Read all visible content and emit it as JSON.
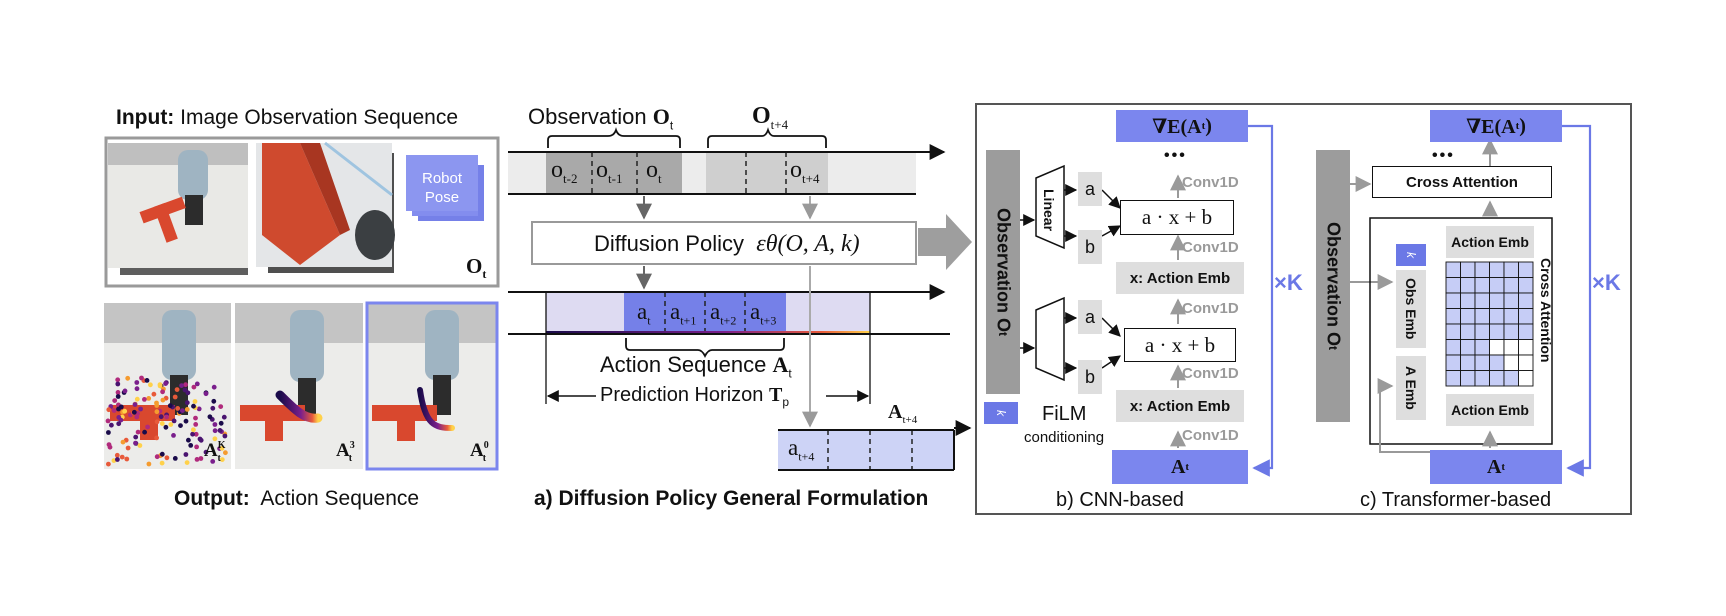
{
  "colors": {
    "accent_blue": "#7b86ee",
    "light_blue": "#cdd3f6",
    "gray_dark": "#9c9c9c",
    "gray_light": "#dedede",
    "box_border": "#555555"
  },
  "input": {
    "bold": "Input:",
    "text": "Image Observation Sequence",
    "robot_pose": "Robot Pose",
    "obs_symbol": "O",
    "obs_sub": "t"
  },
  "output": {
    "bold": "Output:",
    "text": "Action Sequence",
    "frames": [
      {
        "sym": "A",
        "sub": "t",
        "sup": "K"
      },
      {
        "sym": "A",
        "sub": "t",
        "sup": "3"
      },
      {
        "sym": "A",
        "sub": "t",
        "sup": "0"
      }
    ]
  },
  "formulation": {
    "obs_label": "Observation",
    "obs_sym": "O",
    "obs_sub": "t",
    "obs_future_sym": "O",
    "obs_future_sub": "t+4",
    "obs_cells": [
      {
        "base": "o",
        "sub": "t-2"
      },
      {
        "base": "o",
        "sub": "t-1"
      },
      {
        "base": "o",
        "sub": "t"
      }
    ],
    "obs_future_cell": {
      "base": "o",
      "sub": "t+4"
    },
    "policy_text": "Diffusion Policy",
    "policy_eq": "εθ(O, A, k)",
    "action_cells": [
      {
        "base": "a",
        "sub": "t"
      },
      {
        "base": "a",
        "sub": "t+1"
      },
      {
        "base": "a",
        "sub": "t+2"
      },
      {
        "base": "a",
        "sub": "t+3"
      }
    ],
    "action_seq_text": "Action Sequence",
    "action_seq_sym": "A",
    "action_seq_sub": "t",
    "horizon_text": "Prediction Horizon",
    "horizon_sym": "T",
    "horizon_sub": "p",
    "future_action_sym": "A",
    "future_action_sub": "t+4",
    "future_cell": {
      "base": "a",
      "sub": "t+4"
    },
    "caption": "a) Diffusion Policy General Formulation"
  },
  "cnn": {
    "grad": "∇E(A",
    "grad_sub": "t",
    "grad_close": ")",
    "dots": "•••",
    "obs_vertical": "Observation O",
    "obs_vertical_sub": "t",
    "k_label": "k",
    "linear": "Linear",
    "a": "a",
    "b": "b",
    "film_eq": "a · x + b",
    "conv": "Conv1D",
    "action_emb": "x: Action Emb",
    "film": "FiLM",
    "conditioning": "conditioning",
    "repeat": "×K",
    "bottom_sym": "A",
    "bottom_sub": "t",
    "caption": "b) CNN-based"
  },
  "transformer": {
    "grad": "∇E(A",
    "grad_sub": "t",
    "grad_close": ")",
    "dots": "•••",
    "cross_attention": "Cross Attention",
    "obs_vertical": "Observation O",
    "obs_vertical_sub": "t",
    "k_label": "k",
    "obs_emb": "Obs Emb",
    "a_emb": "A Emb",
    "action_emb": "Action Emb",
    "cross_attention_vertical": "Cross Attention",
    "repeat": "×K",
    "bottom_sym": "A",
    "bottom_sub": "t",
    "caption": "c) Transformer-based"
  }
}
